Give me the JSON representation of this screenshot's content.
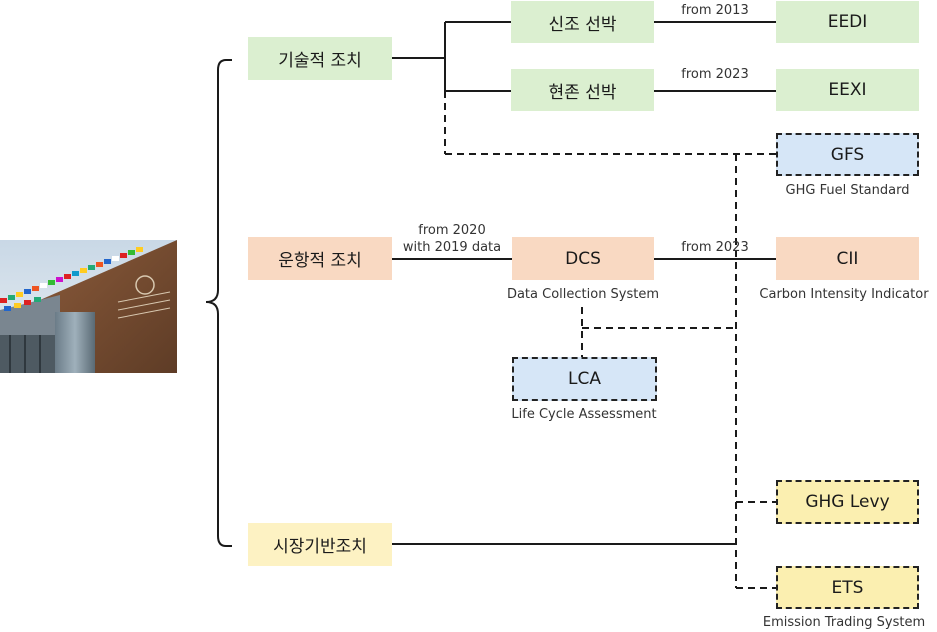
{
  "categories": {
    "technical": "기술적 조치",
    "operational": "운항적 조치",
    "market": "시장기반조치"
  },
  "nodes": {
    "new_ships": "신조 선박",
    "existing_ships": "현존 선박",
    "eedi": "EEDI",
    "eexi": "EEXI",
    "gfs": "GFS",
    "gfs_sub": "GHG Fuel Standard",
    "dcs": "DCS",
    "dcs_sub": "Data Collection System",
    "cii": "CII",
    "cii_sub": "Carbon Intensity Indicator",
    "lca": "LCA",
    "lca_sub": "Life Cycle Assessment",
    "ghg_levy": "GHG Levy",
    "ets": "ETS",
    "ets_sub": "Emission Trading System"
  },
  "edge_labels": {
    "eedi_from": "from 2013",
    "eexi_from": "from 2023",
    "dcs_from_line1": "from 2020",
    "dcs_from_line2": "with 2019 data",
    "cii_from": "from 2023"
  },
  "colors": {
    "green": "#dbefd0",
    "orange": "#f9d9c2",
    "yellow": "#fdf2c3",
    "blue": "#d6e6f7"
  }
}
